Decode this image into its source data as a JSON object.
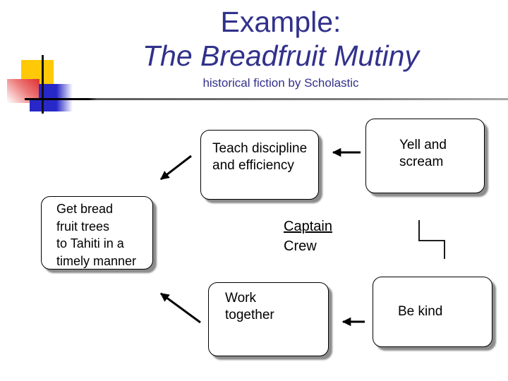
{
  "slide": {
    "title_line1": "Example:",
    "title_line2": "The Breadfruit Mutiny",
    "subtitle": "historical fiction by Scholastic"
  },
  "colors": {
    "title_text": "#31318C",
    "box_fill": "#FFFFFF",
    "box_border": "#000000",
    "box_shadow_gray": "#808080",
    "accent_yellow": "#FFC907",
    "accent_red": "#DF2F2F",
    "accent_blue": "#2828C8",
    "divider_gray": "#7F7F7F",
    "arrow_black": "#000000"
  },
  "diagram": {
    "boxes": [
      {
        "id": "teach",
        "label": "Teach discipline\nand efficiency"
      },
      {
        "id": "yell",
        "label": "Yell and\nscream"
      },
      {
        "id": "getbread",
        "label": "Get bread\nfruit trees\nto Tahiti in a\ntimely manner"
      },
      {
        "id": "work",
        "label": "Work\ntogether"
      },
      {
        "id": "bekind",
        "label": "Be kind"
      }
    ],
    "center_label": {
      "line1": "Captain",
      "line2": "Crew"
    },
    "connectors": [
      "yell-to-teach-arrow",
      "teach-to-getbread-arrow",
      "bekind-to-work-arrow",
      "work-to-getbread-arrow",
      "yell-to-bekind-elbow"
    ]
  }
}
